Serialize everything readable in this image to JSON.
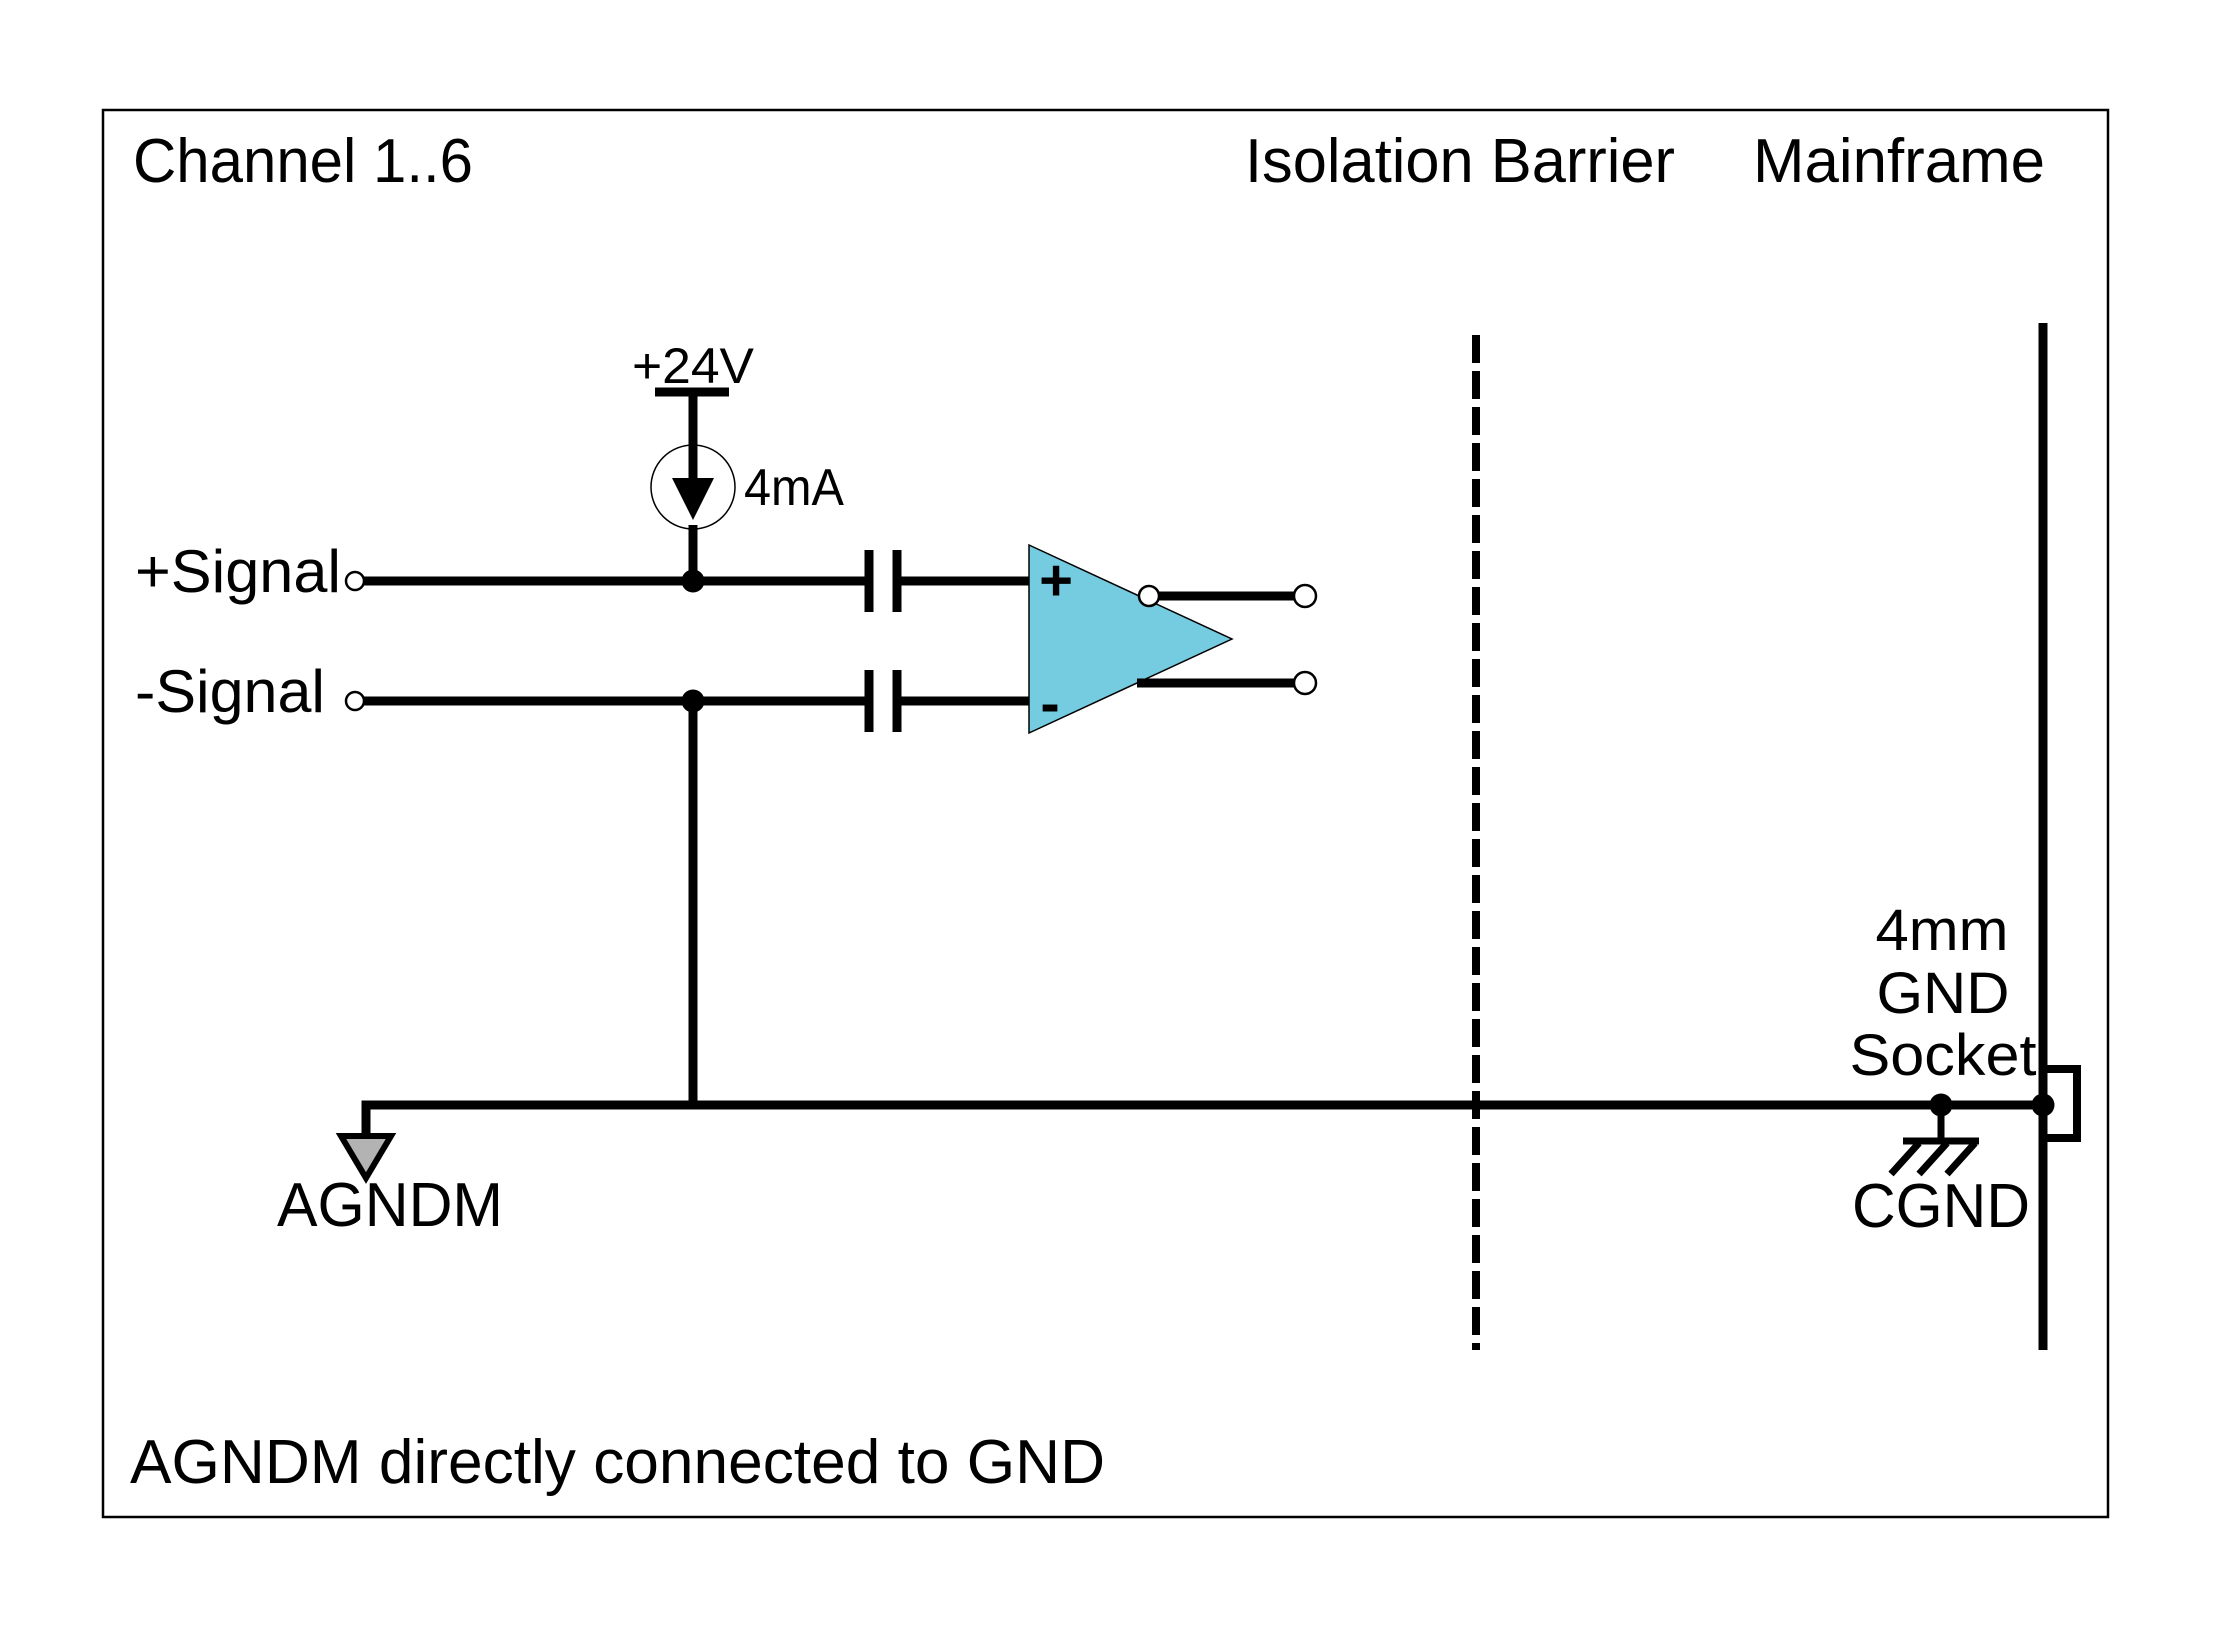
{
  "header": {
    "channel": "Channel 1..6",
    "isolation_barrier": "Isolation Barrier",
    "mainframe": "Mainframe"
  },
  "supply": {
    "voltage_label": "+24V",
    "current_label": "4mA"
  },
  "inputs": {
    "plus_label": "+Signal",
    "minus_label": "-Signal"
  },
  "opamp": {
    "plus_input_label": "+",
    "minus_input_label": "-",
    "fill_color": "#75cce0"
  },
  "grounds": {
    "agndm_label": "AGNDM",
    "agndm_fill_color": "#b3b3b3",
    "cgnd_label": "CGND",
    "socket_label_line1": "4mm",
    "socket_label_line2": "GND",
    "socket_label_line3": "Socket"
  },
  "footer": {
    "note": "AGNDM directly connected to GND"
  },
  "colors": {
    "line": "#000000",
    "background": "#ffffff"
  }
}
